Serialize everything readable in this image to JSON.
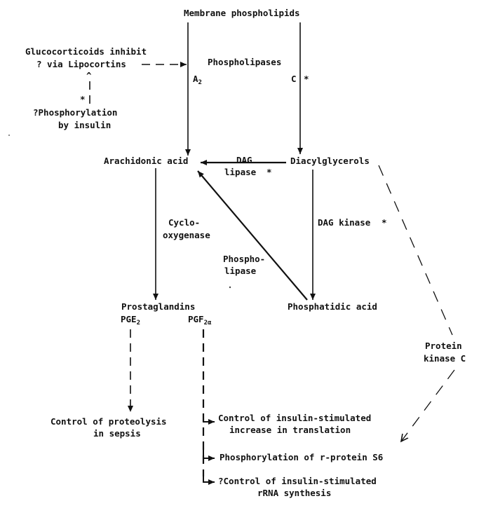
{
  "nodes": {
    "membrane": "Membrane phospholipids",
    "glucocorticoids_1": "Glucocorticoids inhibit",
    "glucocorticoids_2": "? via Lipocortins",
    "phospholipases": "Phospholipases",
    "pla_sub": "A",
    "pla_sub2": "2",
    "plc_sub": "C",
    "phosphorylation_1": "?Phosphorylation",
    "phosphorylation_2": "by insulin",
    "arachidonic": "Arachidonic acid",
    "dag_lipase_1": "DAG",
    "dag_lipase_2": "lipase",
    "diacylglycerols": "Diacylglycerols",
    "cyclo_1": "Cyclo-",
    "cyclo_2": "oxygenase",
    "dag_kinase": "DAG kinase",
    "phospholipase_1": "Phospho-",
    "phospholipase_2": "lipase",
    "prostaglandins": "Prostaglandins",
    "pge": "PGE",
    "pge_sub": "2",
    "pgf": "PGF",
    "pgf_sub": "2α",
    "phosphatidic": "Phosphatidic acid",
    "pkc_1": "Protein",
    "pkc_2": "kinase C",
    "proteolysis_1": "Control of proteolysis",
    "proteolysis_2": "in sepsis",
    "translation_1": "Control of insulin-stimulated",
    "translation_2": "increase in translation",
    "s6": "Phosphorylation of r-protein S6",
    "rrna_1": "?Control of insulin-stimulated",
    "rrna_2": "rRNA synthesis",
    "star": "*",
    "star_small": "*",
    "arrow_up": "^"
  }
}
